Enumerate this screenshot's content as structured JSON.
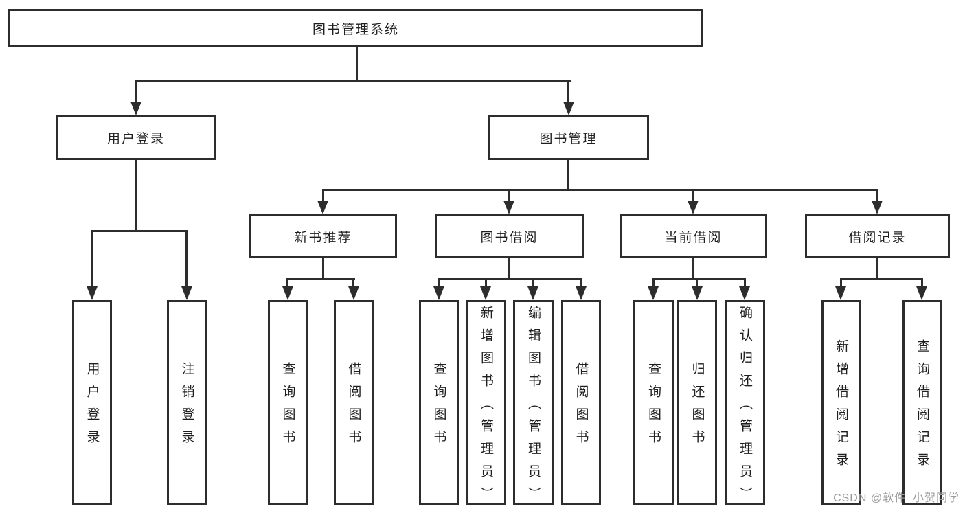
{
  "colors": {
    "line": "#2d2d2d",
    "text": "#1f1f1f",
    "watermark": "#9b9b9b",
    "background": "#ffffff"
  },
  "watermark": "CSDN @软件_小贺同学",
  "tree": {
    "label": "图书管理系统",
    "children": [
      {
        "label": "用户登录",
        "children": [
          {
            "label": "用户登录"
          },
          {
            "label": "注销登录"
          }
        ]
      },
      {
        "label": "图书管理",
        "children": [
          {
            "label": "新书推荐",
            "children": [
              {
                "label": "查询图书"
              },
              {
                "label": "借阅图书"
              }
            ]
          },
          {
            "label": "图书借阅",
            "children": [
              {
                "label": "查询图书"
              },
              {
                "label": "新增图书（管理员）"
              },
              {
                "label": "编辑图书（管理员）"
              },
              {
                "label": "借阅图书"
              }
            ]
          },
          {
            "label": "当前借阅",
            "children": [
              {
                "label": "查询图书"
              },
              {
                "label": "归还图书"
              },
              {
                "label": "确认归还（管理员）"
              }
            ]
          },
          {
            "label": "借阅记录",
            "children": [
              {
                "label": "新增借阅记录"
              },
              {
                "label": "查询借阅记录"
              }
            ]
          }
        ]
      }
    ]
  }
}
